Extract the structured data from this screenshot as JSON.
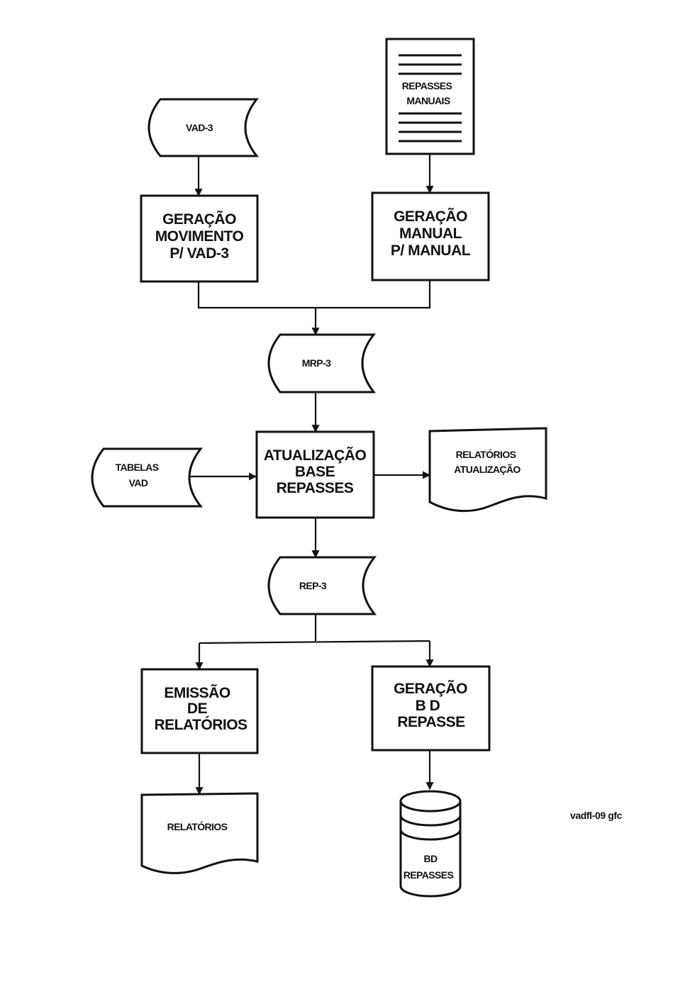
{
  "nodes": {
    "vad3": {
      "lines": [
        "VAD-3"
      ]
    },
    "repasses_manuais": {
      "lines": [
        "REPASSES",
        "MANUAIS"
      ]
    },
    "geracao_movimento": {
      "lines": [
        "GERAÇÃO",
        "MOVIMENTO",
        "P/ VAD-3"
      ]
    },
    "geracao_manual": {
      "lines": [
        "GERAÇÃO",
        "MANUAL",
        "P/ MANUAL"
      ]
    },
    "mrp3": {
      "lines": [
        "MRP-3"
      ]
    },
    "tabelas_vad": {
      "lines": [
        "TABELAS",
        "VAD"
      ]
    },
    "atualizacao_base": {
      "lines": [
        "ATUALIZAÇÃO",
        "BASE",
        "REPASSES"
      ]
    },
    "relatorios_atualizacao": {
      "lines": [
        "RELATÓRIOS",
        "ATUALIZAÇÃO"
      ]
    },
    "rep3": {
      "lines": [
        "REP-3"
      ]
    },
    "emissao_relatorios": {
      "lines": [
        "EMISSÃO",
        "DE",
        "RELATÓRIOS"
      ]
    },
    "geracao_bd": {
      "lines": [
        "GERAÇÃO",
        "B D",
        "REPASSE"
      ]
    },
    "relatorios": {
      "lines": [
        "RELATÓRIOS"
      ]
    },
    "bd_repasses": {
      "lines": [
        "BD",
        "REPASSES"
      ]
    }
  },
  "file_reference": "vadfl-09 gfc"
}
